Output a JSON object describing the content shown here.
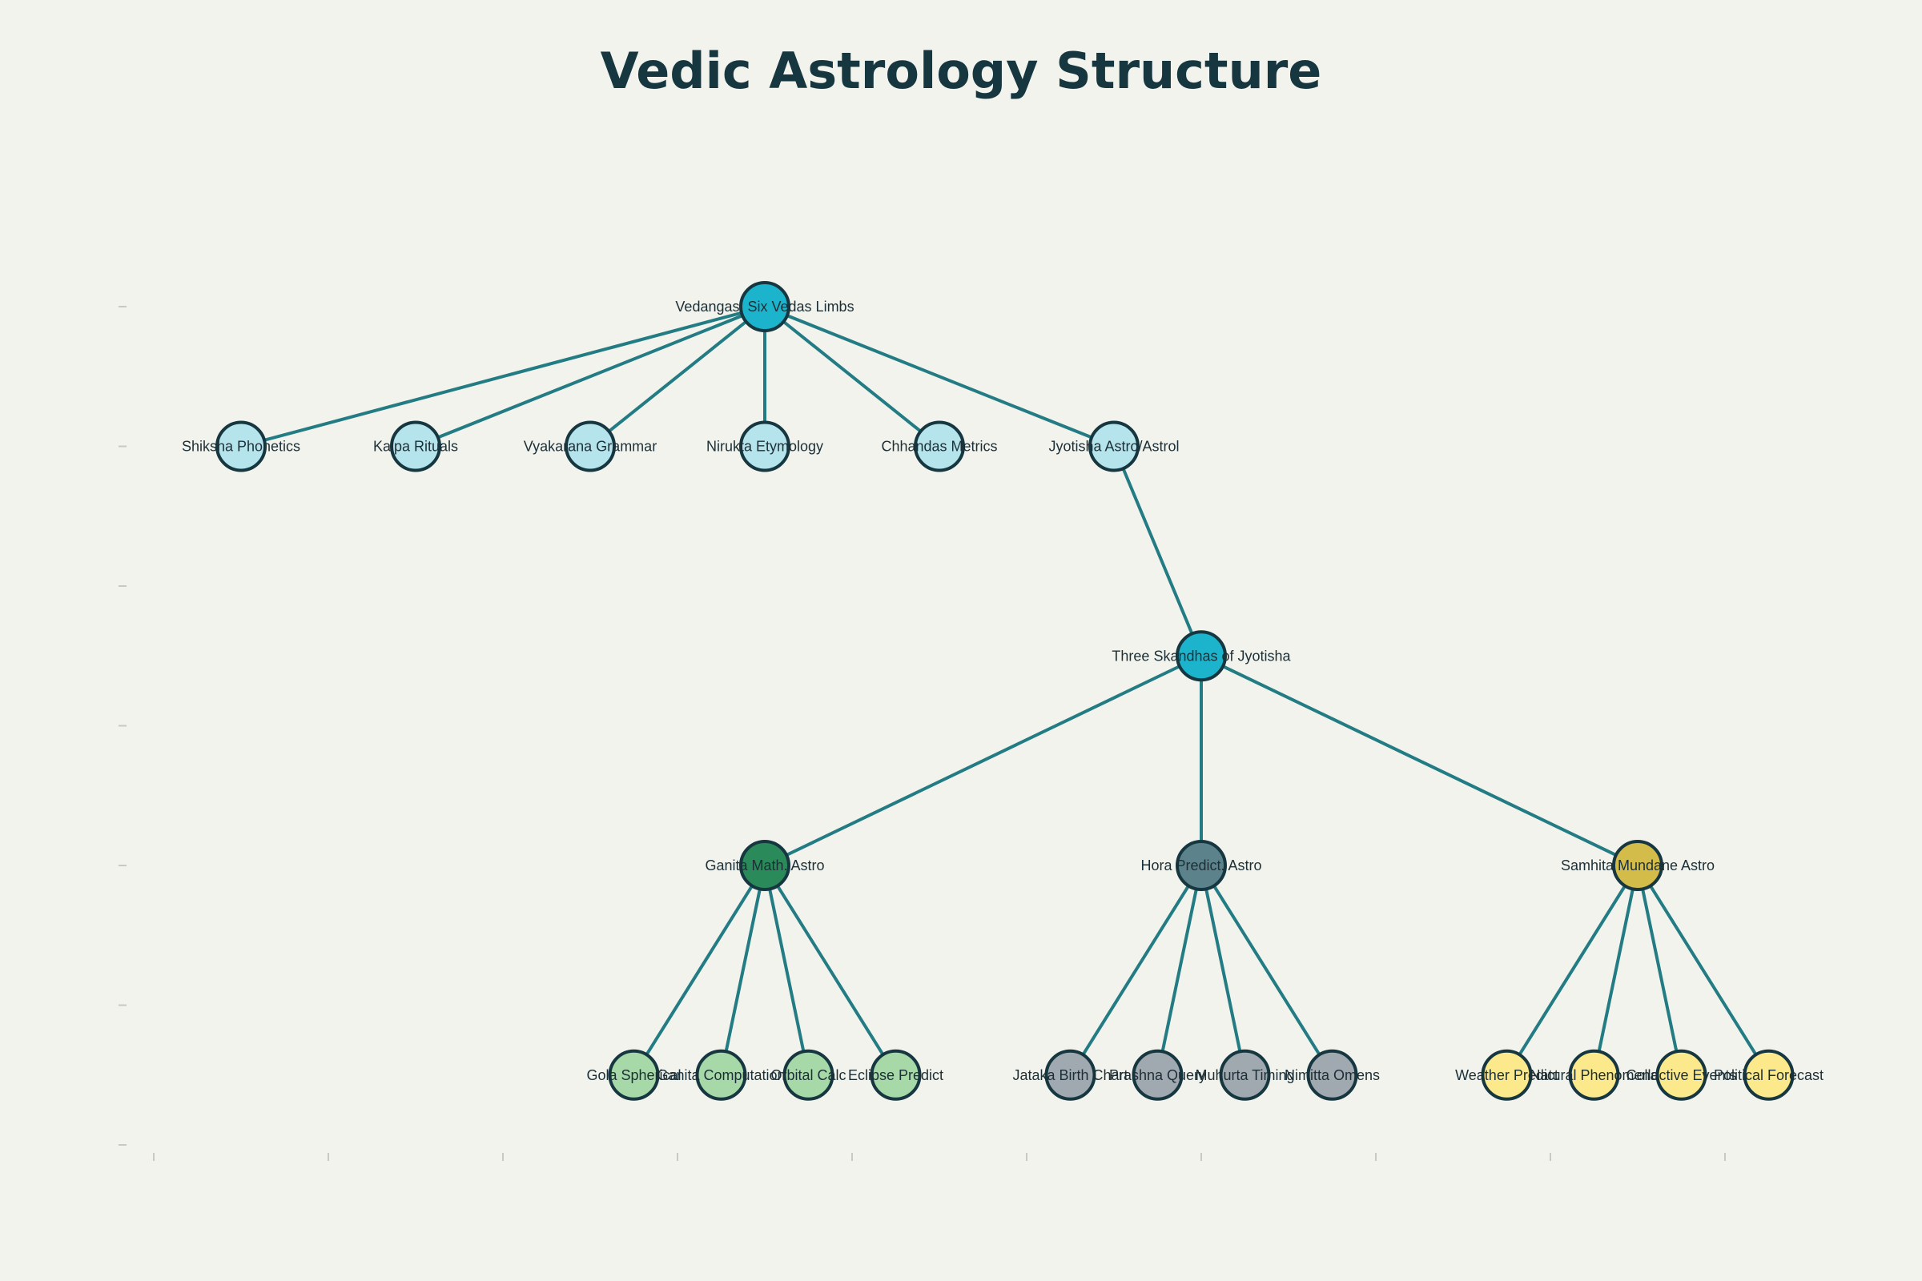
{
  "title": "Vedic Astrology Structure",
  "colors": {
    "edge": "#237c84",
    "outline": "#163640",
    "background": "#f2f3ed"
  },
  "nodes": [
    {
      "id": "vedangas",
      "label": "Vedangas: Six Vedas Limbs",
      "color": "#1cb4cc",
      "level": 0,
      "order": 3
    },
    {
      "id": "shiksha",
      "label": "Shiksha Phonetics",
      "color": "#b5e4ec",
      "level": 1,
      "order": 0
    },
    {
      "id": "kalpa",
      "label": "Kalpa Rituals",
      "color": "#b5e4ec",
      "level": 1,
      "order": 1
    },
    {
      "id": "vyakarana",
      "label": "Vyakarana Grammar",
      "color": "#b5e4ec",
      "level": 1,
      "order": 2
    },
    {
      "id": "nirukta",
      "label": "Nirukta Etymology",
      "color": "#b5e4ec",
      "level": 1,
      "order": 3
    },
    {
      "id": "chhandas",
      "label": "Chhandas Metrics",
      "color": "#b5e4ec",
      "level": 1,
      "order": 4
    },
    {
      "id": "jyotisha",
      "label": "Jyotisha Astro/Astrol",
      "color": "#b5e4ec",
      "level": 1,
      "order": 5
    },
    {
      "id": "skandhas",
      "label": "Three Skandhas of Jyotisha",
      "color": "#1cb4cc",
      "level": 2.5,
      "order": 5.5
    },
    {
      "id": "ganita",
      "label": "Ganita Math. Astro",
      "color": "#2a8a5a",
      "level": 4,
      "order": 3
    },
    {
      "id": "hora",
      "label": "Hora Predict. Astro",
      "color": "#5c828c",
      "level": 4,
      "order": 5.5
    },
    {
      "id": "samhita",
      "label": "Samhita Mundane Astro",
      "color": "#d4bc4a",
      "level": 4,
      "order": 8
    },
    {
      "id": "gola",
      "label": "Gola Spherical",
      "color": "#a6d8a8",
      "level": 5.5,
      "order": 2.25
    },
    {
      "id": "ganita-comp",
      "label": "Ganita Computation",
      "color": "#a6d8a8",
      "level": 5.5,
      "order": 2.75
    },
    {
      "id": "orbital",
      "label": "Orbital Calc",
      "color": "#a6d8a8",
      "level": 5.5,
      "order": 3.25
    },
    {
      "id": "eclipse",
      "label": "Eclipse Predict",
      "color": "#a6d8a8",
      "level": 5.5,
      "order": 3.75
    },
    {
      "id": "jataka",
      "label": "Jataka Birth Chart",
      "color": "#a0a8b0",
      "level": 5.5,
      "order": 4.75
    },
    {
      "id": "prashna",
      "label": "Prashna Query",
      "color": "#a0a8b0",
      "level": 5.5,
      "order": 5.25
    },
    {
      "id": "muhurta",
      "label": "Muhurta Timing",
      "color": "#a0a8b0",
      "level": 5.5,
      "order": 5.75
    },
    {
      "id": "nimitta",
      "label": "Nimitta Omens",
      "color": "#a0a8b0",
      "level": 5.5,
      "order": 6.25
    },
    {
      "id": "weather",
      "label": "Weather Predict",
      "color": "#fbe98c",
      "level": 5.5,
      "order": 7.25
    },
    {
      "id": "natural",
      "label": "Natural Phenomena",
      "color": "#fbe98c",
      "level": 5.5,
      "order": 7.75
    },
    {
      "id": "collective",
      "label": "Collective Events",
      "color": "#fbe98c",
      "level": 5.5,
      "order": 8.25
    },
    {
      "id": "political",
      "label": "Political Forecast",
      "color": "#fbe98c",
      "level": 5.5,
      "order": 8.75
    }
  ],
  "edges": [
    [
      "vedangas",
      "shiksha"
    ],
    [
      "vedangas",
      "kalpa"
    ],
    [
      "vedangas",
      "vyakarana"
    ],
    [
      "vedangas",
      "nirukta"
    ],
    [
      "vedangas",
      "chhandas"
    ],
    [
      "vedangas",
      "jyotisha"
    ],
    [
      "jyotisha",
      "skandhas"
    ],
    [
      "skandhas",
      "ganita"
    ],
    [
      "skandhas",
      "hora"
    ],
    [
      "skandhas",
      "samhita"
    ],
    [
      "ganita",
      "gola"
    ],
    [
      "ganita",
      "ganita-comp"
    ],
    [
      "ganita",
      "orbital"
    ],
    [
      "ganita",
      "eclipse"
    ],
    [
      "hora",
      "jataka"
    ],
    [
      "hora",
      "prashna"
    ],
    [
      "hora",
      "muhurta"
    ],
    [
      "hora",
      "nimitta"
    ],
    [
      "samhita",
      "weather"
    ],
    [
      "samhita",
      "natural"
    ],
    [
      "samhita",
      "collective"
    ],
    [
      "samhita",
      "political"
    ]
  ]
}
